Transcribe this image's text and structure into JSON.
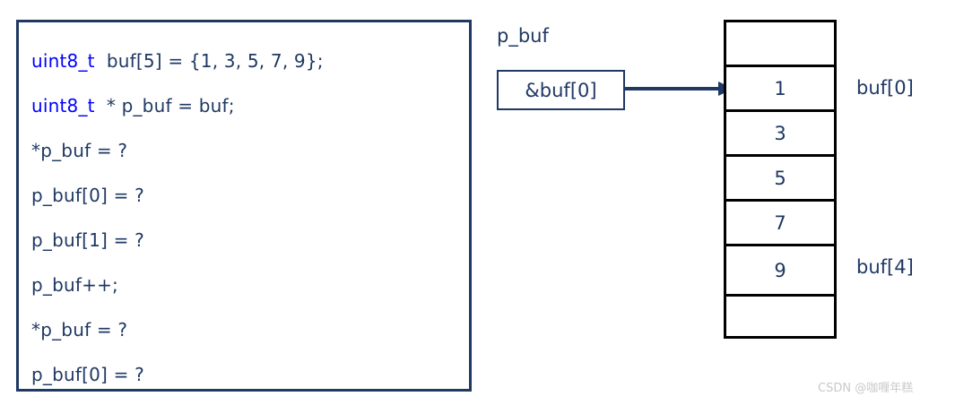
{
  "code_panel": {
    "lines": [
      {
        "keyword": "uint8_t",
        "rest": "  buf[5] = {1, 3, 5, 7, 9};"
      },
      {
        "keyword": "uint8_t",
        "rest": "  * p_buf = buf;"
      },
      {
        "keyword": "",
        "rest": "*p_buf = ?"
      },
      {
        "keyword": "",
        "rest": "p_buf[0] = ?"
      },
      {
        "keyword": "",
        "rest": "p_buf[1] = ?"
      },
      {
        "keyword": "",
        "rest": "p_buf++;"
      },
      {
        "keyword": "",
        "rest": "*p_buf = ?"
      },
      {
        "keyword": "",
        "rest": "p_buf[0] = ?"
      }
    ]
  },
  "pointer": {
    "name": "p_buf",
    "value": "&buf[0]"
  },
  "memory": {
    "cells": [
      {
        "value": "",
        "label": ""
      },
      {
        "value": "1",
        "label": "buf[0]"
      },
      {
        "value": "3",
        "label": ""
      },
      {
        "value": "5",
        "label": ""
      },
      {
        "value": "7",
        "label": ""
      },
      {
        "value": "9",
        "label": "buf[4]"
      },
      {
        "value": "",
        "label": ""
      }
    ],
    "label_buf0": "buf[0]",
    "label_buf4": "buf[4]"
  },
  "watermark": {
    "text": "CSDN @咖喱年糕"
  },
  "colors": {
    "code_border": "#1F3864",
    "code_text": "#1F3864",
    "keyword": "#0000FF",
    "table_border": "#000000",
    "arrow": "#1F3864",
    "watermark": "#c9c9c9"
  }
}
